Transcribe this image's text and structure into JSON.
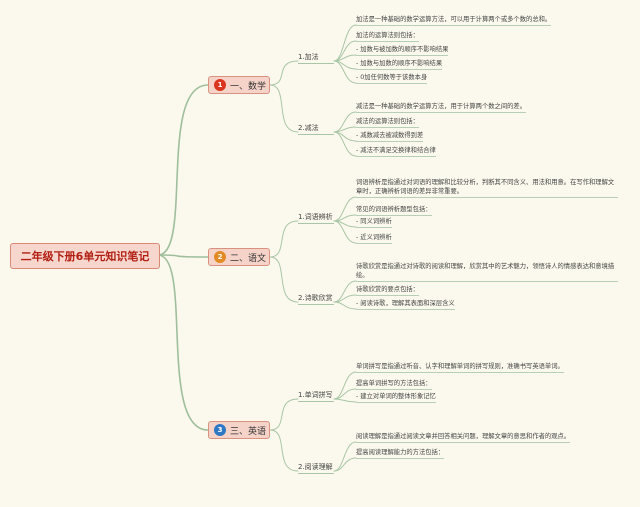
{
  "title": "二年级下册6单元知识笔记",
  "categories": [
    {
      "index": "1",
      "label": "一、数学",
      "color": "#d9351f",
      "subs": [
        {
          "label": "1.加法",
          "items": [
            "加法是一种基础的数学运算方法，可以用于计算两个或多个数的总和。",
            "加法的运算法则包括：",
            "- 加数与被加数的顺序不影响结果",
            "- 加数与加数的顺序不影响结果",
            "- 0加任何数等于该数本身"
          ]
        },
        {
          "label": "2.减法",
          "items": [
            "减法是一种基础的数学运算方法，用于计算两个数之间的差。",
            "减法的运算法则包括：",
            "- 减数减去被减数得到差",
            "- 减法不满足交换律和结合律"
          ]
        }
      ]
    },
    {
      "index": "2",
      "label": "二、语文",
      "color": "#e28a24",
      "subs": [
        {
          "label": "1.词语辨析",
          "items": [
            "词语辨析是指通过对词语的理解和比较分析，判断其不同含义、用法和用意。在写作和理解文章时，正确辨析词语的差异非常重要。",
            "常见的词语辨析题型包括：",
            "- 同义词辨析",
            "- 近义词辨析"
          ]
        },
        {
          "label": "2.诗歌欣赏",
          "items": [
            "诗歌欣赏是指通过对诗歌的阅读和理解，欣赏其中的艺术魅力，领悟诗人的情感表达和意境描绘。",
            "诗歌欣赏的要点包括：",
            "- 阅读诗歌，理解其表面和深层含义"
          ]
        }
      ]
    },
    {
      "index": "3",
      "label": "三、英语",
      "color": "#2f78c4",
      "subs": [
        {
          "label": "1.单词拼写",
          "items": [
            "单词拼写是指通过听音、认字和理解单词的拼写规则，准确书写英语单词。",
            "提高单词拼写的方法包括：",
            "- 建立对单词的整体形象记忆"
          ]
        },
        {
          "label": "2.阅读理解",
          "items": [
            "阅读理解是指通过阅读文章并回答相关问题，理解文章的意思和作者的观点。",
            "提高阅读理解能力的方法包括："
          ]
        }
      ]
    }
  ]
}
